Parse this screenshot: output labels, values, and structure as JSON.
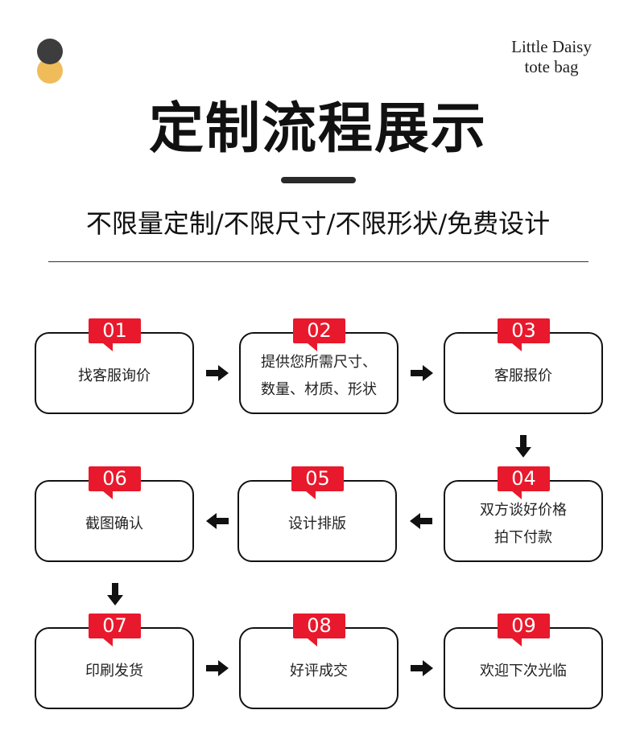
{
  "brand": {
    "line1": "Little Daisy",
    "line2": "tote bag"
  },
  "title": "定制流程展示",
  "subtitle": "不限量定制/不限尺寸/不限形状/免费设计",
  "steps": [
    {
      "num": "01",
      "label": "找客服询价"
    },
    {
      "num": "02",
      "label": "提供您所需尺寸、\n数量、材质、形状"
    },
    {
      "num": "03",
      "label": "客服报价"
    },
    {
      "num": "04",
      "label": "双方谈好价格\n拍下付款"
    },
    {
      "num": "05",
      "label": "设计排版"
    },
    {
      "num": "06",
      "label": "截图确认"
    },
    {
      "num": "07",
      "label": "印刷发货"
    },
    {
      "num": "08",
      "label": "好评成交"
    },
    {
      "num": "09",
      "label": "欢迎下次光临"
    }
  ],
  "colors": {
    "badge": "#e8192c",
    "dot_dark": "#3d3d3d",
    "dot_yellow": "#f0bc5a"
  },
  "icons": {
    "arrow": "arrow-icon"
  }
}
